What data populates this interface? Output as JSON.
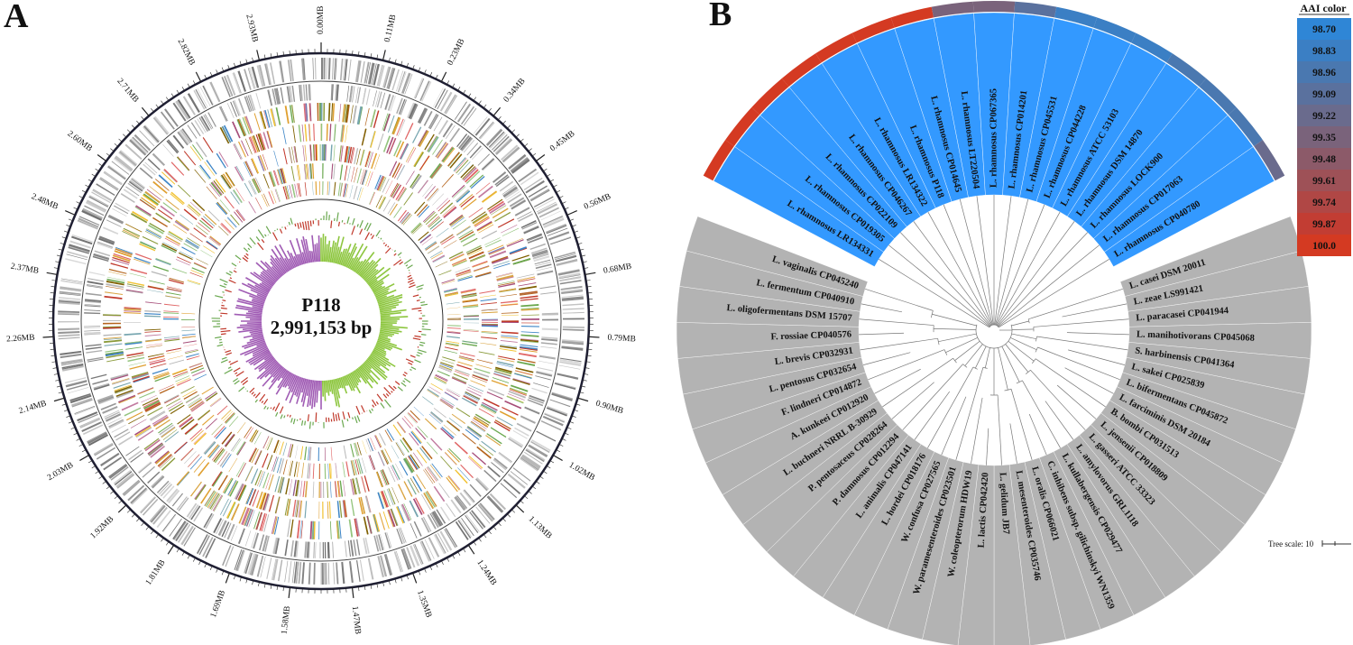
{
  "panel_a": {
    "letter": "A",
    "genome_name": "P118",
    "genome_size": "2,991,153 bp",
    "position_labels": [
      "0.00MB",
      "0.11MB",
      "0.23MB",
      "0.34MB",
      "0.45MB",
      "0.56MB",
      "0.68MB",
      "0.79MB",
      "0.90MB",
      "1.02MB",
      "1.13MB",
      "1.24MB",
      "1.35MB",
      "1.47MB",
      "1.58MB",
      "1.69MB",
      "1.81MB",
      "1.92MB",
      "2.03MB",
      "2.14MB",
      "2.26MB",
      "2.37MB",
      "2.48MB",
      "2.60MB",
      "2.71MB",
      "2.82MB",
      "2.93MB"
    ]
  },
  "panel_b": {
    "letter": "B",
    "highlight_color": "#3399ff",
    "other_color": "#b3b3b3",
    "highlight_label_color": "#e8322a",
    "highlighted": [
      {
        "label": "L. rhamnosus LR134331",
        "aai": 100.0
      },
      {
        "label": "L. rhamnosus CP019305",
        "aai": 100.0
      },
      {
        "label": "L. rhamnosus CP022109",
        "aai": 100.0
      },
      {
        "label": "L. rhamnosus CP046267",
        "aai": 100.0
      },
      {
        "label": "L. rhamnosus LR134322",
        "aai": 100.0
      },
      {
        "label": "L. rhamnosus P118",
        "aai": 100.0,
        "query": true
      },
      {
        "label": "L. rhamnosus CP014645",
        "aai": 100.0
      },
      {
        "label": "L. rhamnosus LT220504",
        "aai": 99.35
      },
      {
        "label": "L. rhamnosus CP067365",
        "aai": 99.35
      },
      {
        "label": "L. rhamnosus CP014201",
        "aai": 99.09
      },
      {
        "label": "L. rhamnosus CP045531",
        "aai": 98.83
      },
      {
        "label": "L. rhamnosus CP044228",
        "aai": 98.83
      },
      {
        "label": "L. rhamnosus ATCC 53103",
        "aai": 98.83
      },
      {
        "label": "L. rhamnosus DSM 14870",
        "aai": 98.96
      },
      {
        "label": "L. rhamnosus LOCK900",
        "aai": 98.96
      },
      {
        "label": "L. rhamnosus CP017063",
        "aai": 98.96
      },
      {
        "label": "L. rhamnosus CP040780",
        "aai": 99.22
      }
    ],
    "others": [
      "L. casei DSM 20011",
      "L. zeae LS991421",
      "L. paracasei CP041944",
      "L. manihotivorans CP045068",
      "S. harbinensis CP041364",
      "L. sakei CP025839",
      "L. bifermentans CP045872",
      "L. farciminis DSM 20184",
      "B. bombi CP031513",
      "L. jensenii CP018809",
      "L. gasseri ATCC 33323",
      "L. amylovorus GRL1118",
      "L. kullabergensis CP029477",
      "C. inhibens subsp. gilichinskyi WN1359",
      "L. oralis CP066021",
      "L. mesenteroides CP035746",
      "L. gelidum JB7",
      "L. lactis CP042420",
      "W. coleopterorum HDW19",
      "W. paramesenteroides CP023501",
      "W. confusa CP027565",
      "L. hordei CP018176",
      "L. animalis CP047141",
      "P. damnosus CP012294",
      "P. pentosaceus CP028264",
      "L. buchneri NRRL B-30929",
      "A. kunkeei CP012920",
      "F. lindneri CP014872",
      "L. pentosus CP032654",
      "L. brevis CP032931",
      "F. rossiae CP040576",
      "L. oligofermentans DSM 15707",
      "L. fermentum CP040910",
      "L. vaginalis CP045240"
    ],
    "legend": {
      "title": "AAI color",
      "values": [
        "98.70",
        "98.83",
        "98.96",
        "99.09",
        "99.22",
        "99.35",
        "99.48",
        "99.61",
        "99.74",
        "99.87",
        "100.0"
      ],
      "colors": [
        "#2f86d6",
        "#3b7fc4",
        "#4a78b0",
        "#5a719e",
        "#6a6b8d",
        "#7a637b",
        "#8c5a69",
        "#9e5157",
        "#b04745",
        "#c23d33",
        "#d43a22"
      ]
    },
    "scale": {
      "label": "Tree scale: 10"
    }
  }
}
